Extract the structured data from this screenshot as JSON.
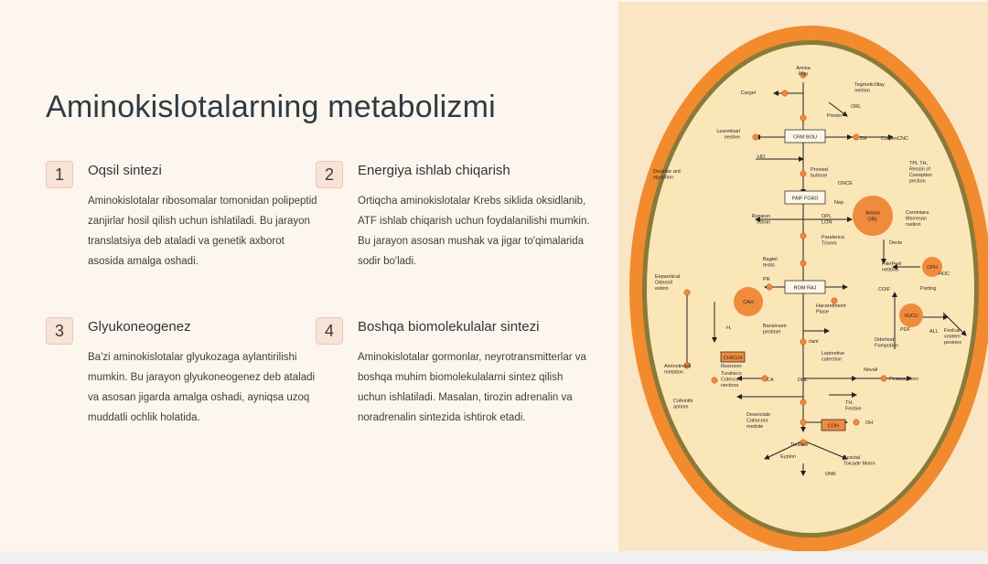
{
  "title": "Aminokislotalarning metabolizmi",
  "cards": [
    {
      "number": "1",
      "title": "Oqsil sintezi",
      "text": "Aminokislotalar ribosomalar tomonidan polipeptid zanjirlar hosil qilish uchun ishlatiladi. Bu jarayon translatsiya deb ataladi va genetik axborot asosida amalga oshadi."
    },
    {
      "number": "2",
      "title": "Energiya ishlab chiqarish",
      "text": "Ortiqcha aminokislotalar Krebs siklida oksidlanib, ATF ishlab chiqarish uchun foydalanilishi mumkin. Bu jarayon asosan mushak va jigar to'qimalarida sodir bo'ladi."
    },
    {
      "number": "3",
      "title": "Glyukoneogenez",
      "text": "Ba'zi aminokislotalar glyukozaga aylantirilishi mumkin. Bu jarayon glyukoneogenez deb ataladi va asosan jigarda amalga oshadi, ayniqsa uzoq muddatli ochlik holatida."
    },
    {
      "number": "4",
      "title": "Boshqa biomolekulalar sintezi",
      "text": "Aminokislotalar gormonlar, neyrotransmitterlar va boshqa muhim biomolekulalarni sintez qilish uchun ishlatiladi. Masalan, tirozin adrenalin va noradrenalin sintezida ishtirok etadi."
    }
  ],
  "diagram": {
    "colors": {
      "background": "#fae6c4",
      "outer_ring": "#f28a2e",
      "inner_ring": "#8a7a3a",
      "cell_fill": "#fbe6b8",
      "node": "#f08a3c"
    },
    "labels": {
      "amina_plan": "Amina\nPlan",
      "cargel": "Cargel",
      "tegmetic": "Tegmetic/illay\nreetion",
      "orl_top": "ORL",
      "presto": "Presto",
      "leaned": "Learetisarl\nnestive",
      "crm_bou": "CRM BOU",
      "zh": "ZH",
      "carpen": "CurpenCNC",
      "ho": "HO",
      "desirilar": "Desirilar ard\nelpastion",
      "proined": "Proined\nbuilrore",
      "once": "ONCE",
      "tpl_th": "TPL      TH,\nRessin of\nCeeeption\npection",
      "paif": "PAIF FOAD",
      "nep": "Nep",
      "amino_orl": "Amino\nORL",
      "regieon": "Regieon\nestoin",
      "opl_lon": "OPL\nLON",
      "cominiara": "Cominiara\nMsrresan\nrsetion",
      "decte": "Decte",
      "bagtel": "Bagtel\ntesits",
      "paralerica": "Paralerica\nTrisem",
      "filerfeel": "FilerFeel\nnettons",
      "cph": "CPH",
      "hoc": "HOC",
      "eeparstical": "Eeparstical\nOdeonil\nestion",
      "pr": "PR",
      "rom_raj": "ROM RAJ",
      "coif": "COIF",
      "parting": "Parting",
      "cah": "CAH",
      "hacaretiment": "Hacaretiment\nPlase",
      "vucu": "VUCU",
      "all": "ALL",
      "bansinsen": "Bansinsen\npestinel",
      "riant": "riant",
      "h": "H,",
      "pdf": "PDF",
      "oderleat": "Oderleat\nFompotion",
      "feslcal": "Feslcal\nvostem\npesioes",
      "chiclh": "CHICLH",
      "resroorn": "Resroorn",
      "aminotinard": "Aminotinard\nmetation",
      "turahecs": "Turahecs\nColeccs\nnectiors",
      "ca": "CA",
      "dhl": "DHL",
      "lepinetive": "Lepinetive\ncatection",
      "nevall": "Nevall",
      "pesaca": "Pesaca Tiorn",
      "cofeinihi": "Cofeinihi\naotiom",
      "th_festive": "TH,\nFestive",
      "deserciate": "Deserciate\nCatiocnor\nmedute",
      "coh": "COH",
      "oh": "OH",
      "timeber": "Timeber",
      "eyplon": "Eyplon",
      "acsutal": "Acsutal\nToicade Morm",
      "onk": "ONK"
    }
  }
}
